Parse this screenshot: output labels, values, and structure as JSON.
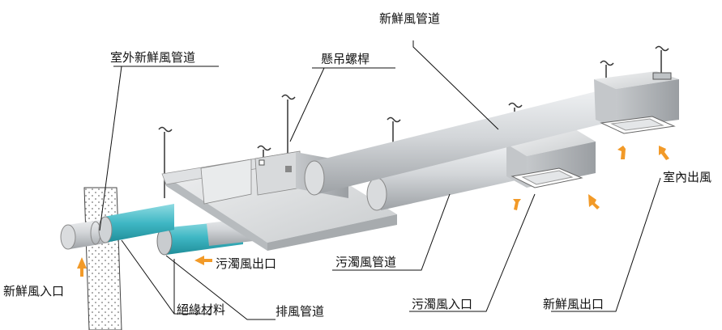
{
  "labels": {
    "fresh_air_duct": "新鮮風管道",
    "outdoor_fresh_air_duct": "室外新鮮風管道",
    "hanging_bolt": "懸吊螺桿",
    "indoor_outlet": "室內出風",
    "dirty_air_duct": "污濁風管道",
    "dirty_air_outlet": "污濁風出口",
    "fresh_air_inlet": "新鮮風入口",
    "insulation_material": "絕緣材料",
    "exhaust_duct": "排風管道",
    "dirty_air_inlet": "污濁風入口",
    "fresh_air_outlet": "新鮮風出口"
  },
  "colors": {
    "duct_gray": "#d6d9dc",
    "insulation_cyan": "#3fb7c4",
    "arrow_orange": "#f29a28",
    "line": "#111111"
  }
}
